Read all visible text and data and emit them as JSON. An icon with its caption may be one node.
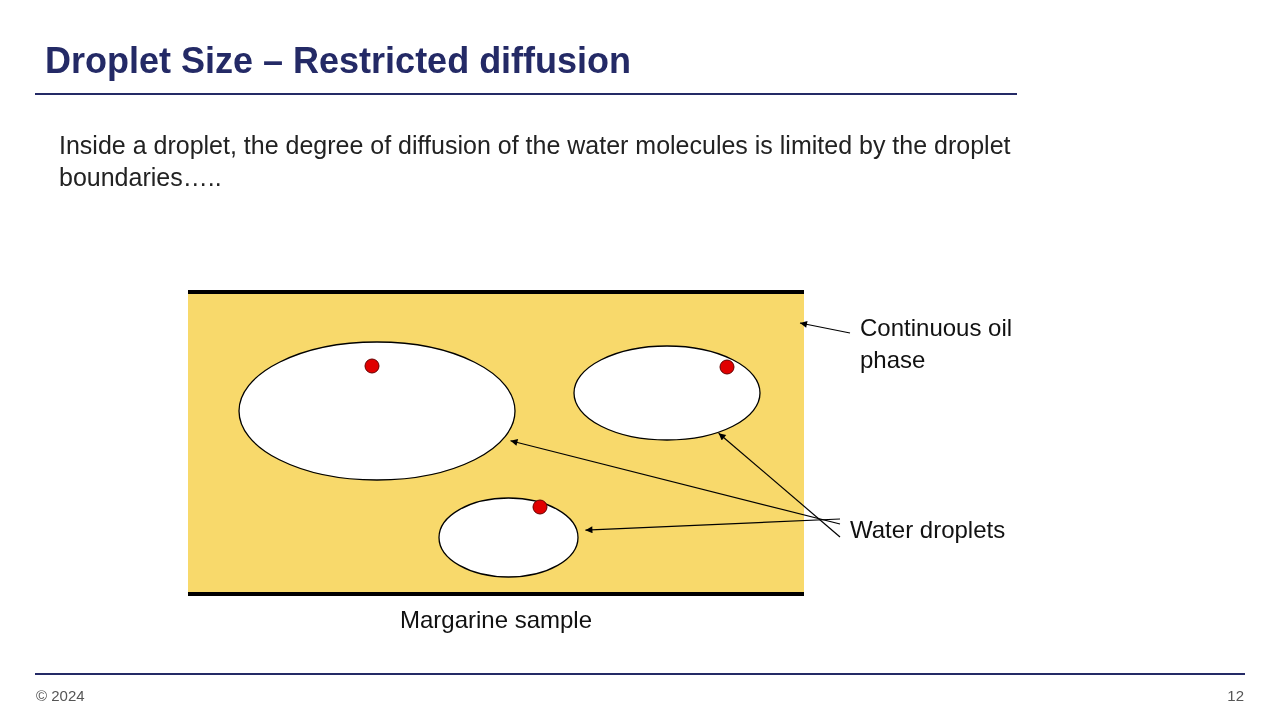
{
  "diagram": {
    "title": "Droplet Size – Restricted diffusion",
    "nodes": [
      {
        "text": [],
        "shape": "box",
        "beside": [
          "Margarine sample"
        ]
      },
      {
        "text": [],
        "shape": "ellipse",
        "in": 0
      },
      {
        "text": [],
        "shape": "ellipse",
        "in": 0
      },
      {
        "text": [],
        "shape": "ellipse",
        "in": 0
      },
      {
        "text": [
          "Continuous oil phase"
        ]
      },
      {
        "text": [
          "Water droplets"
        ]
      }
    ],
    "edges": [
      {
        "from": 4,
        "to": 0,
        "arrow": "to"
      },
      {
        "from": 5,
        "to": 1,
        "arrow": "to"
      },
      {
        "from": 5,
        "to": 3,
        "arrow": "to"
      },
      {
        "from": 5,
        "to": 2,
        "arrow": "to"
      }
    ],
    "labels": [
      "Inside a droplet, the degree of diffusion of the water molecules is limited by the droplet boundaries…..",
      "© 2024",
      "12"
    ]
  }
}
